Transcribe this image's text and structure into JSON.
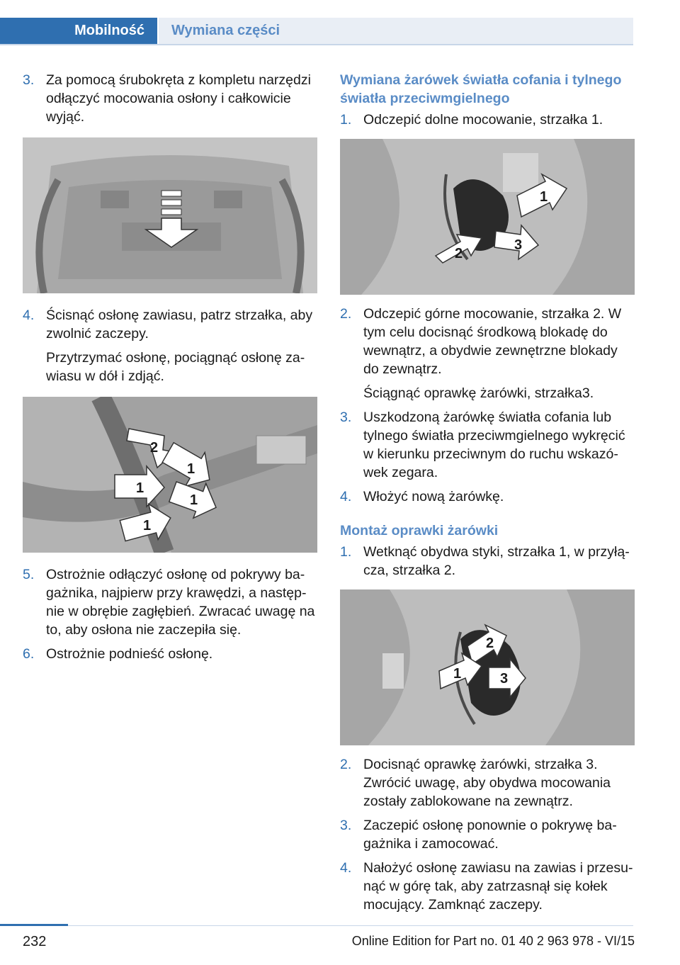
{
  "header": {
    "section": "Mobilność",
    "subsection": "Wymiana części"
  },
  "left": {
    "step3": {
      "num": "3.",
      "text": "Za pomocą śrubokręta z kompletu narzędzi odłączyć mocowania osłony i całkowicie wyjąć."
    },
    "step4": {
      "num": "4.",
      "text": "Ścisnąć osłonę zawiasu, patrz strzałka, aby zwolnić zaczepy.",
      "note": "Przytrzymać osłonę, pociągnąć osłonę za­wiasu w dół i zdjąć."
    },
    "step5": {
      "num": "5.",
      "text": "Ostrożnie odłączyć osłonę od pokrywy ba­gażnika, najpierw przy krawędzi, a następ­nie w obrębie zagłębień. Zwracać uwagę na to, aby osłona nie zaczepiła się."
    },
    "step6": {
      "num": "6.",
      "text": "Ostrożnie podnieść osłonę."
    },
    "fig2_labels": [
      "2",
      "1",
      "1",
      "1",
      "1"
    ]
  },
  "right": {
    "heading1": "Wymiana żarówek światła cofania i tylnego światła przeciwmgielnego",
    "r1": {
      "num": "1.",
      "text": "Odczepić dolne mocowanie, strzałka 1."
    },
    "fig3_labels": [
      "1",
      "2",
      "3"
    ],
    "r2": {
      "num": "2.",
      "text": "Odczepić górne mocowanie, strzałka 2. W tym celu docisnąć środkową blokadę do wewnątrz, a obydwie zewnętrzne blokady do zewnątrz.",
      "note": "Ściągnąć oprawkę żarówki, strzałka3."
    },
    "r3": {
      "num": "3.",
      "text": "Uszkodzoną żarówkę światła cofania lub tylnego światła przeciwmgielnego wykręcić w kierunku przeciwnym do ruchu wskazó­wek zegara."
    },
    "r4": {
      "num": "4.",
      "text": "Włożyć nową żarówkę."
    },
    "heading2": "Montaż oprawki żarówki",
    "m1": {
      "num": "1.",
      "text": "Wetknąć obydwa styki, strzałka 1, w przyłą­cza, strzałka 2."
    },
    "fig4_labels": [
      "2",
      "1",
      "3"
    ],
    "m2": {
      "num": "2.",
      "text": "Docisnąć oprawkę żarówki, strzałka 3. Zwrócić uwagę, aby obydwa mocowania zostały zablokowane na zewnątrz."
    },
    "m3": {
      "num": "3.",
      "text": "Zaczepić osłonę ponownie o pokrywę ba­gażnika i zamocować."
    },
    "m4": {
      "num": "4.",
      "text": "Nałożyć osłonę zawiasu na zawias i przesu­nąć w górę tak, aby zatrzasnął się kołek mocujący. Zamknąć zaczepy."
    }
  },
  "footer": {
    "page": "232",
    "edition": "Online Edition for Part no. 01 40 2 963 978 - VI/15"
  }
}
